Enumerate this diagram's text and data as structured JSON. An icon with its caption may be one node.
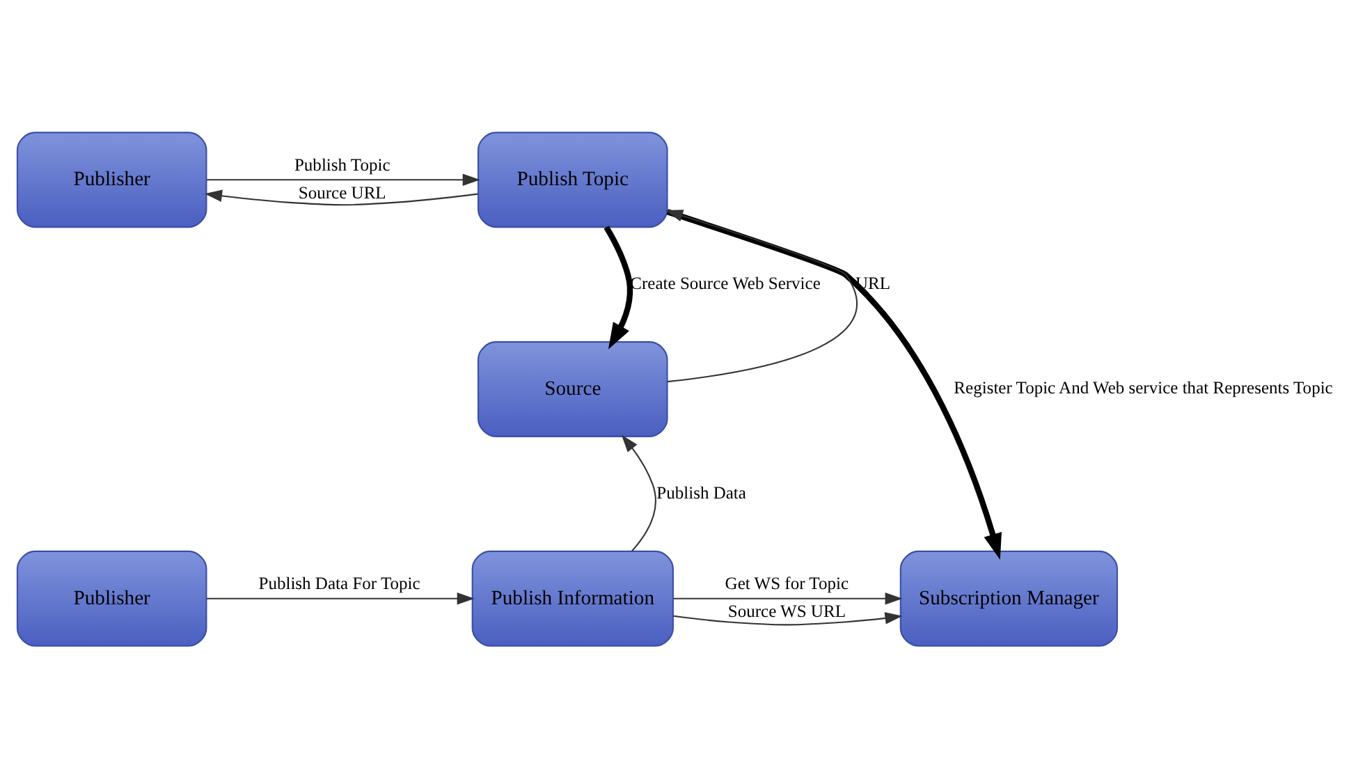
{
  "diagram": {
    "nodes": [
      {
        "text": [
          "Publisher"
        ]
      },
      {
        "text": [
          "Publish Topic"
        ]
      },
      {
        "text": [
          "Source"
        ]
      },
      {
        "text": [
          "Publisher"
        ]
      },
      {
        "text": [
          "Publish Information"
        ]
      },
      {
        "text": [
          "Subscription Manager"
        ]
      }
    ],
    "edges": [
      {
        "from": 0,
        "to": 1,
        "arrow": "to",
        "label": "Publish Topic"
      },
      {
        "from": 1,
        "to": 0,
        "arrow": "to",
        "label": "Source URL"
      },
      {
        "from": 1,
        "to": 5,
        "arrow": "to",
        "label": "Register Topic And Web service that Represents Topic",
        "style": "thick"
      },
      {
        "from": 1,
        "to": 2,
        "arrow": "to",
        "label": "Create Source Web Service",
        "style": "thick"
      },
      {
        "from": 2,
        "to": 1,
        "arrow": "to",
        "label": "URL"
      },
      {
        "from": 4,
        "to": 2,
        "arrow": "to",
        "label": "Publish Data"
      },
      {
        "from": 3,
        "to": 4,
        "arrow": "to",
        "label": "Publish Data For Topic"
      },
      {
        "from": 4,
        "to": 5,
        "arrow": "to",
        "label": "Get WS for Topic"
      },
      {
        "from": 4,
        "to": 5,
        "arrow": "to",
        "label": "Source WS URL"
      }
    ]
  }
}
